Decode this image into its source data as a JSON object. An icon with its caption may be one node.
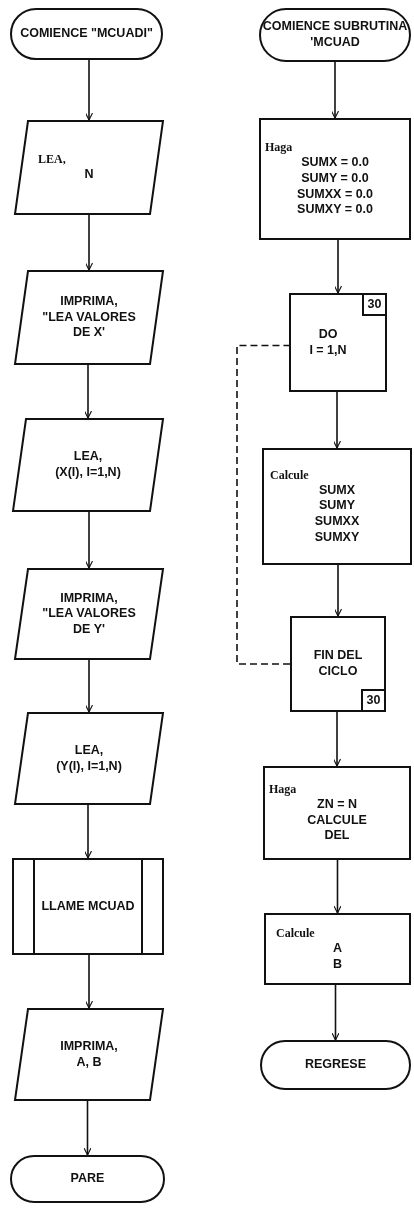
{
  "diagram": {
    "nodes": [
      {
        "text": [
          "COMIENCE \"MCUADI\""
        ]
      },
      {
        "text": [
          "LEA,",
          "N"
        ]
      },
      {
        "text": [
          "IMPRIMA,",
          "\"LEA VALORES DE X'"
        ]
      },
      {
        "text": [
          "LEA,",
          "(X(I), I=1,N)"
        ]
      },
      {
        "text": [
          "IMPRIMA,",
          "\"LEA VALORES DE Y'"
        ]
      },
      {
        "text": [
          "LEA,",
          "(Y(I), I=1,N)"
        ]
      },
      {
        "text": [
          "LLAME MCUAD"
        ]
      },
      {
        "text": [
          "IMPRIMA,",
          "A, B"
        ]
      },
      {
        "text": [
          "PARE"
        ]
      },
      {
        "text": [
          "COMIENCE SUBRUTINA 'MCUAD"
        ]
      },
      {
        "text": [
          "Haga",
          "SUMX = 0.0",
          "SUMY = 0.0",
          "SUMXX = 0.0",
          "SUMXY = 0.0"
        ]
      },
      {
        "text": [
          "DO",
          "I = 1,N"
        ]
      },
      {
        "text": [
          "30"
        ],
        "in": 11
      },
      {
        "text": [
          "Calcule",
          "SUMX",
          "SUMY",
          "SUMXX",
          "SUMXY"
        ]
      },
      {
        "text": [
          "FIN DEL CICLO"
        ]
      },
      {
        "text": [
          "30"
        ],
        "in": 14
      },
      {
        "text": [
          "Haga",
          "ZN = N",
          "CALCULE",
          "DEL"
        ]
      },
      {
        "text": [
          "Calcule",
          "A",
          "B"
        ]
      },
      {
        "text": [
          "REGRESE"
        ]
      }
    ],
    "edges": [
      {
        "from": 0,
        "to": 1,
        "arrow": "to"
      },
      {
        "from": 1,
        "to": 2,
        "arrow": "to"
      },
      {
        "from": 2,
        "to": 3,
        "arrow": "to"
      },
      {
        "from": 3,
        "to": 4,
        "arrow": "to"
      },
      {
        "from": 4,
        "to": 5,
        "arrow": "to"
      },
      {
        "from": 5,
        "to": 6,
        "arrow": "to"
      },
      {
        "from": 6,
        "to": 7,
        "arrow": "to"
      },
      {
        "from": 7,
        "to": 8,
        "arrow": "to"
      },
      {
        "from": 9,
        "to": 10,
        "arrow": "to"
      },
      {
        "from": 10,
        "to": 11,
        "arrow": "to"
      },
      {
        "from": 11,
        "to": 13,
        "arrow": "to"
      },
      {
        "from": 13,
        "to": 14,
        "arrow": "to"
      },
      {
        "from": 14,
        "to": 11,
        "arrow": "none",
        "style": "dashed"
      },
      {
        "from": 14,
        "to": 16,
        "arrow": "to"
      },
      {
        "from": 16,
        "to": 17,
        "arrow": "to"
      },
      {
        "from": 17,
        "to": 18,
        "arrow": "to"
      }
    ]
  }
}
